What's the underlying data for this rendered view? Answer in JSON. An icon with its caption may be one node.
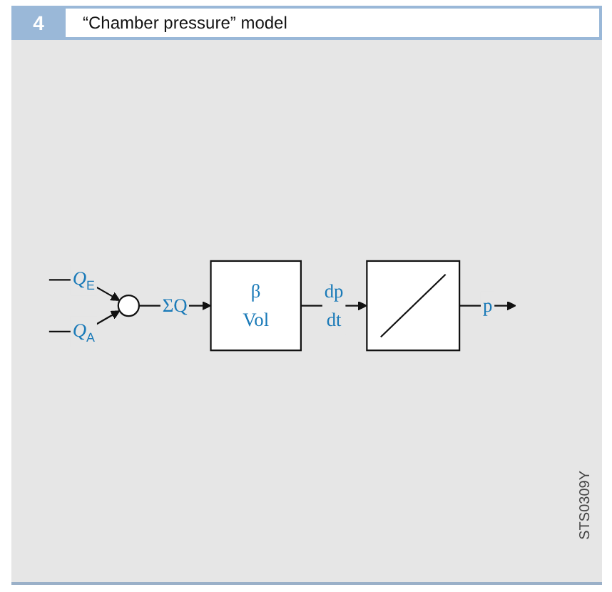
{
  "diagram": {
    "title": "“Chamber pressure” model",
    "nodes": [
      {
        "text": [],
        "shape": "circle"
      },
      {
        "text": [
          "β",
          "Vol"
        ]
      },
      {
        "text": [],
        "shape": "box"
      }
    ],
    "edges": [
      {
        "from": null,
        "to": 0,
        "arrow": "to",
        "label": "*Q*$_{E}$"
      },
      {
        "from": null,
        "to": 0,
        "arrow": "to",
        "label": "*Q*$_{A}$"
      },
      {
        "from": 0,
        "to": 1,
        "arrow": "to",
        "label": "ΣQ"
      },
      {
        "from": 1,
        "to": 2,
        "arrow": "to",
        "label": "dp dt"
      },
      {
        "from": 2,
        "to": null,
        "arrow": "to",
        "label": "p"
      }
    ],
    "labels": [
      "4",
      "STS0309Y"
    ]
  }
}
